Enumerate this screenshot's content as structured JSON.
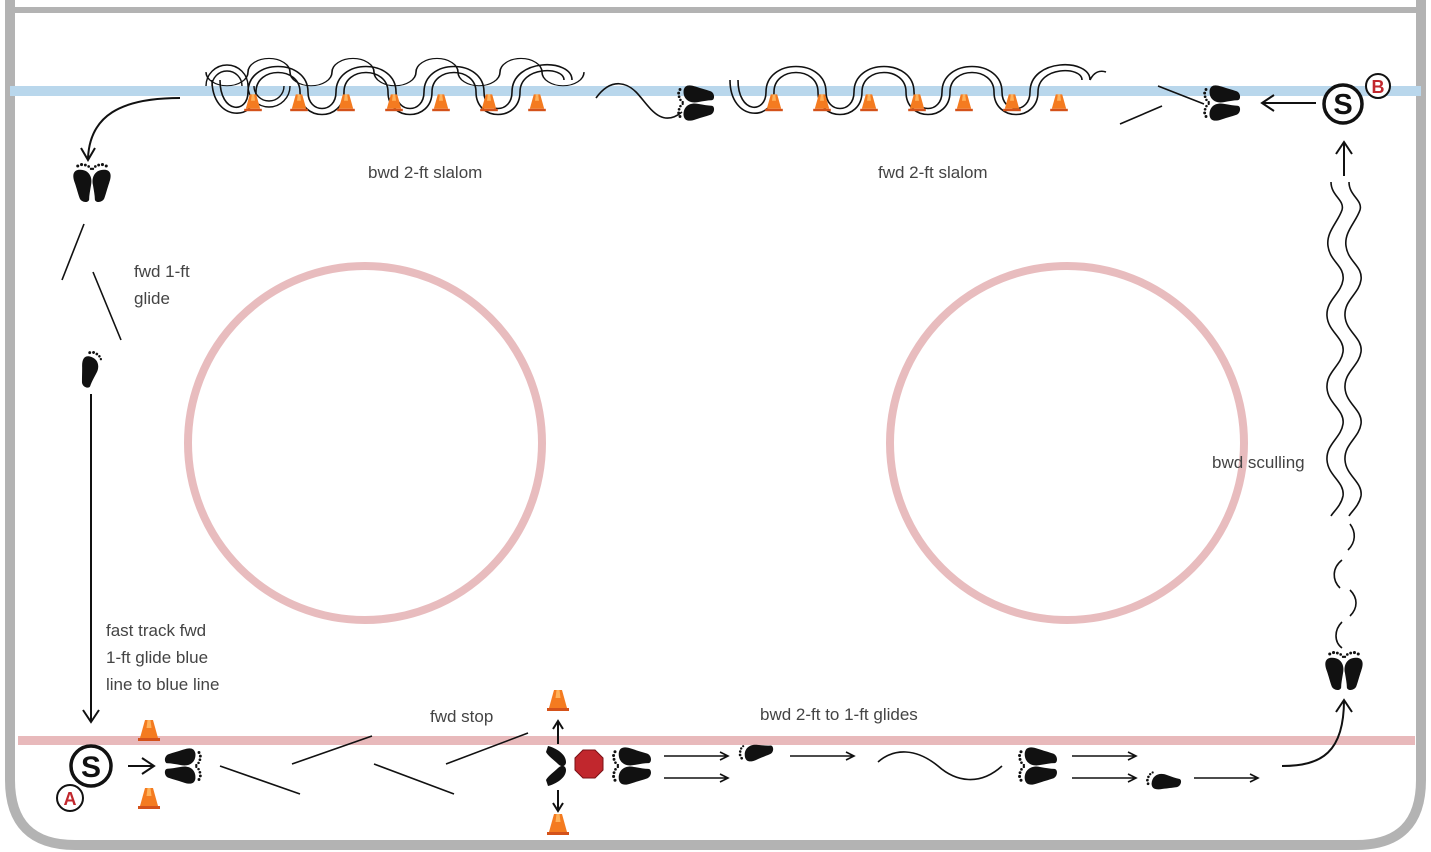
{
  "colors": {
    "board": "#b3b3b3",
    "blue_line": "#b9d7ec",
    "red_line": "#e8b9bb",
    "circle": "#e8bcbe",
    "cone": "#f47b20",
    "marker_letter": "#c1272d",
    "stop_sign": "#c1272d",
    "ink": "#111111",
    "label_text": "#444444"
  },
  "markers": {
    "start_a": {
      "symbol": "S",
      "letter": "A"
    },
    "start_b": {
      "symbol": "S",
      "letter": "B"
    }
  },
  "labels": {
    "bwd_2ft_slalom": "bwd 2-ft slalom",
    "fwd_2ft_slalom": "fwd 2-ft slalom",
    "fwd_1ft_glide": [
      "fwd 1-ft",
      "glide"
    ],
    "bwd_sculling": "bwd sculling",
    "fast_track": [
      "fast track fwd",
      "1-ft glide blue",
      "line to blue line"
    ],
    "fwd_stop": "fwd stop",
    "bwd_2ft_to_1ft": "bwd 2-ft to 1-ft glides"
  },
  "icons": [
    "cone-icon",
    "stop-sign-icon",
    "two-feet-icon",
    "one-foot-icon",
    "arrow-icon"
  ]
}
